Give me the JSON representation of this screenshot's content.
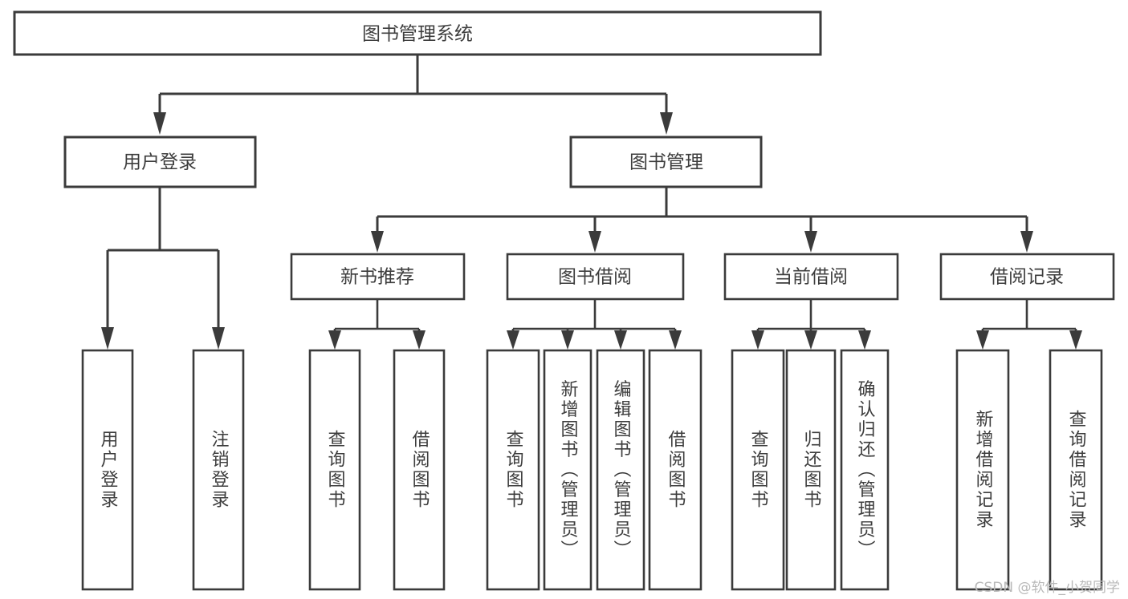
{
  "diagram": {
    "title": "图书管理系统",
    "type": "tree",
    "watermark": "CSDN @软件_小贺同学",
    "colors": {
      "stroke": "#3b3b3b",
      "text": "#3d3d3d",
      "background": "#ffffff",
      "watermark": "#b9b9b9"
    },
    "levels": {
      "root": {
        "label": "图书管理系统"
      },
      "level1": [
        {
          "label": "用户登录"
        },
        {
          "label": "图书管理"
        }
      ],
      "level2": [
        {
          "label": "新书推荐"
        },
        {
          "label": "图书借阅"
        },
        {
          "label": "当前借阅"
        },
        {
          "label": "借阅记录"
        }
      ],
      "leaves": {
        "user_login": [
          {
            "label": "用户登录"
          },
          {
            "label": "注销登录"
          }
        ],
        "new_book_recommend": [
          {
            "label": "查询图书"
          },
          {
            "label": "借阅图书"
          }
        ],
        "book_borrow": [
          {
            "label": "查询图书"
          },
          {
            "label": "新增图书（管理员）"
          },
          {
            "label": "编辑图书（管理员）"
          },
          {
            "label": "借阅图书"
          }
        ],
        "current_borrow": [
          {
            "label": "查询图书"
          },
          {
            "label": "归还图书"
          },
          {
            "label": "确认归还（管理员）"
          }
        ],
        "borrow_record": [
          {
            "label": "新增借阅记录"
          },
          {
            "label": "查询借阅记录"
          }
        ]
      }
    }
  }
}
